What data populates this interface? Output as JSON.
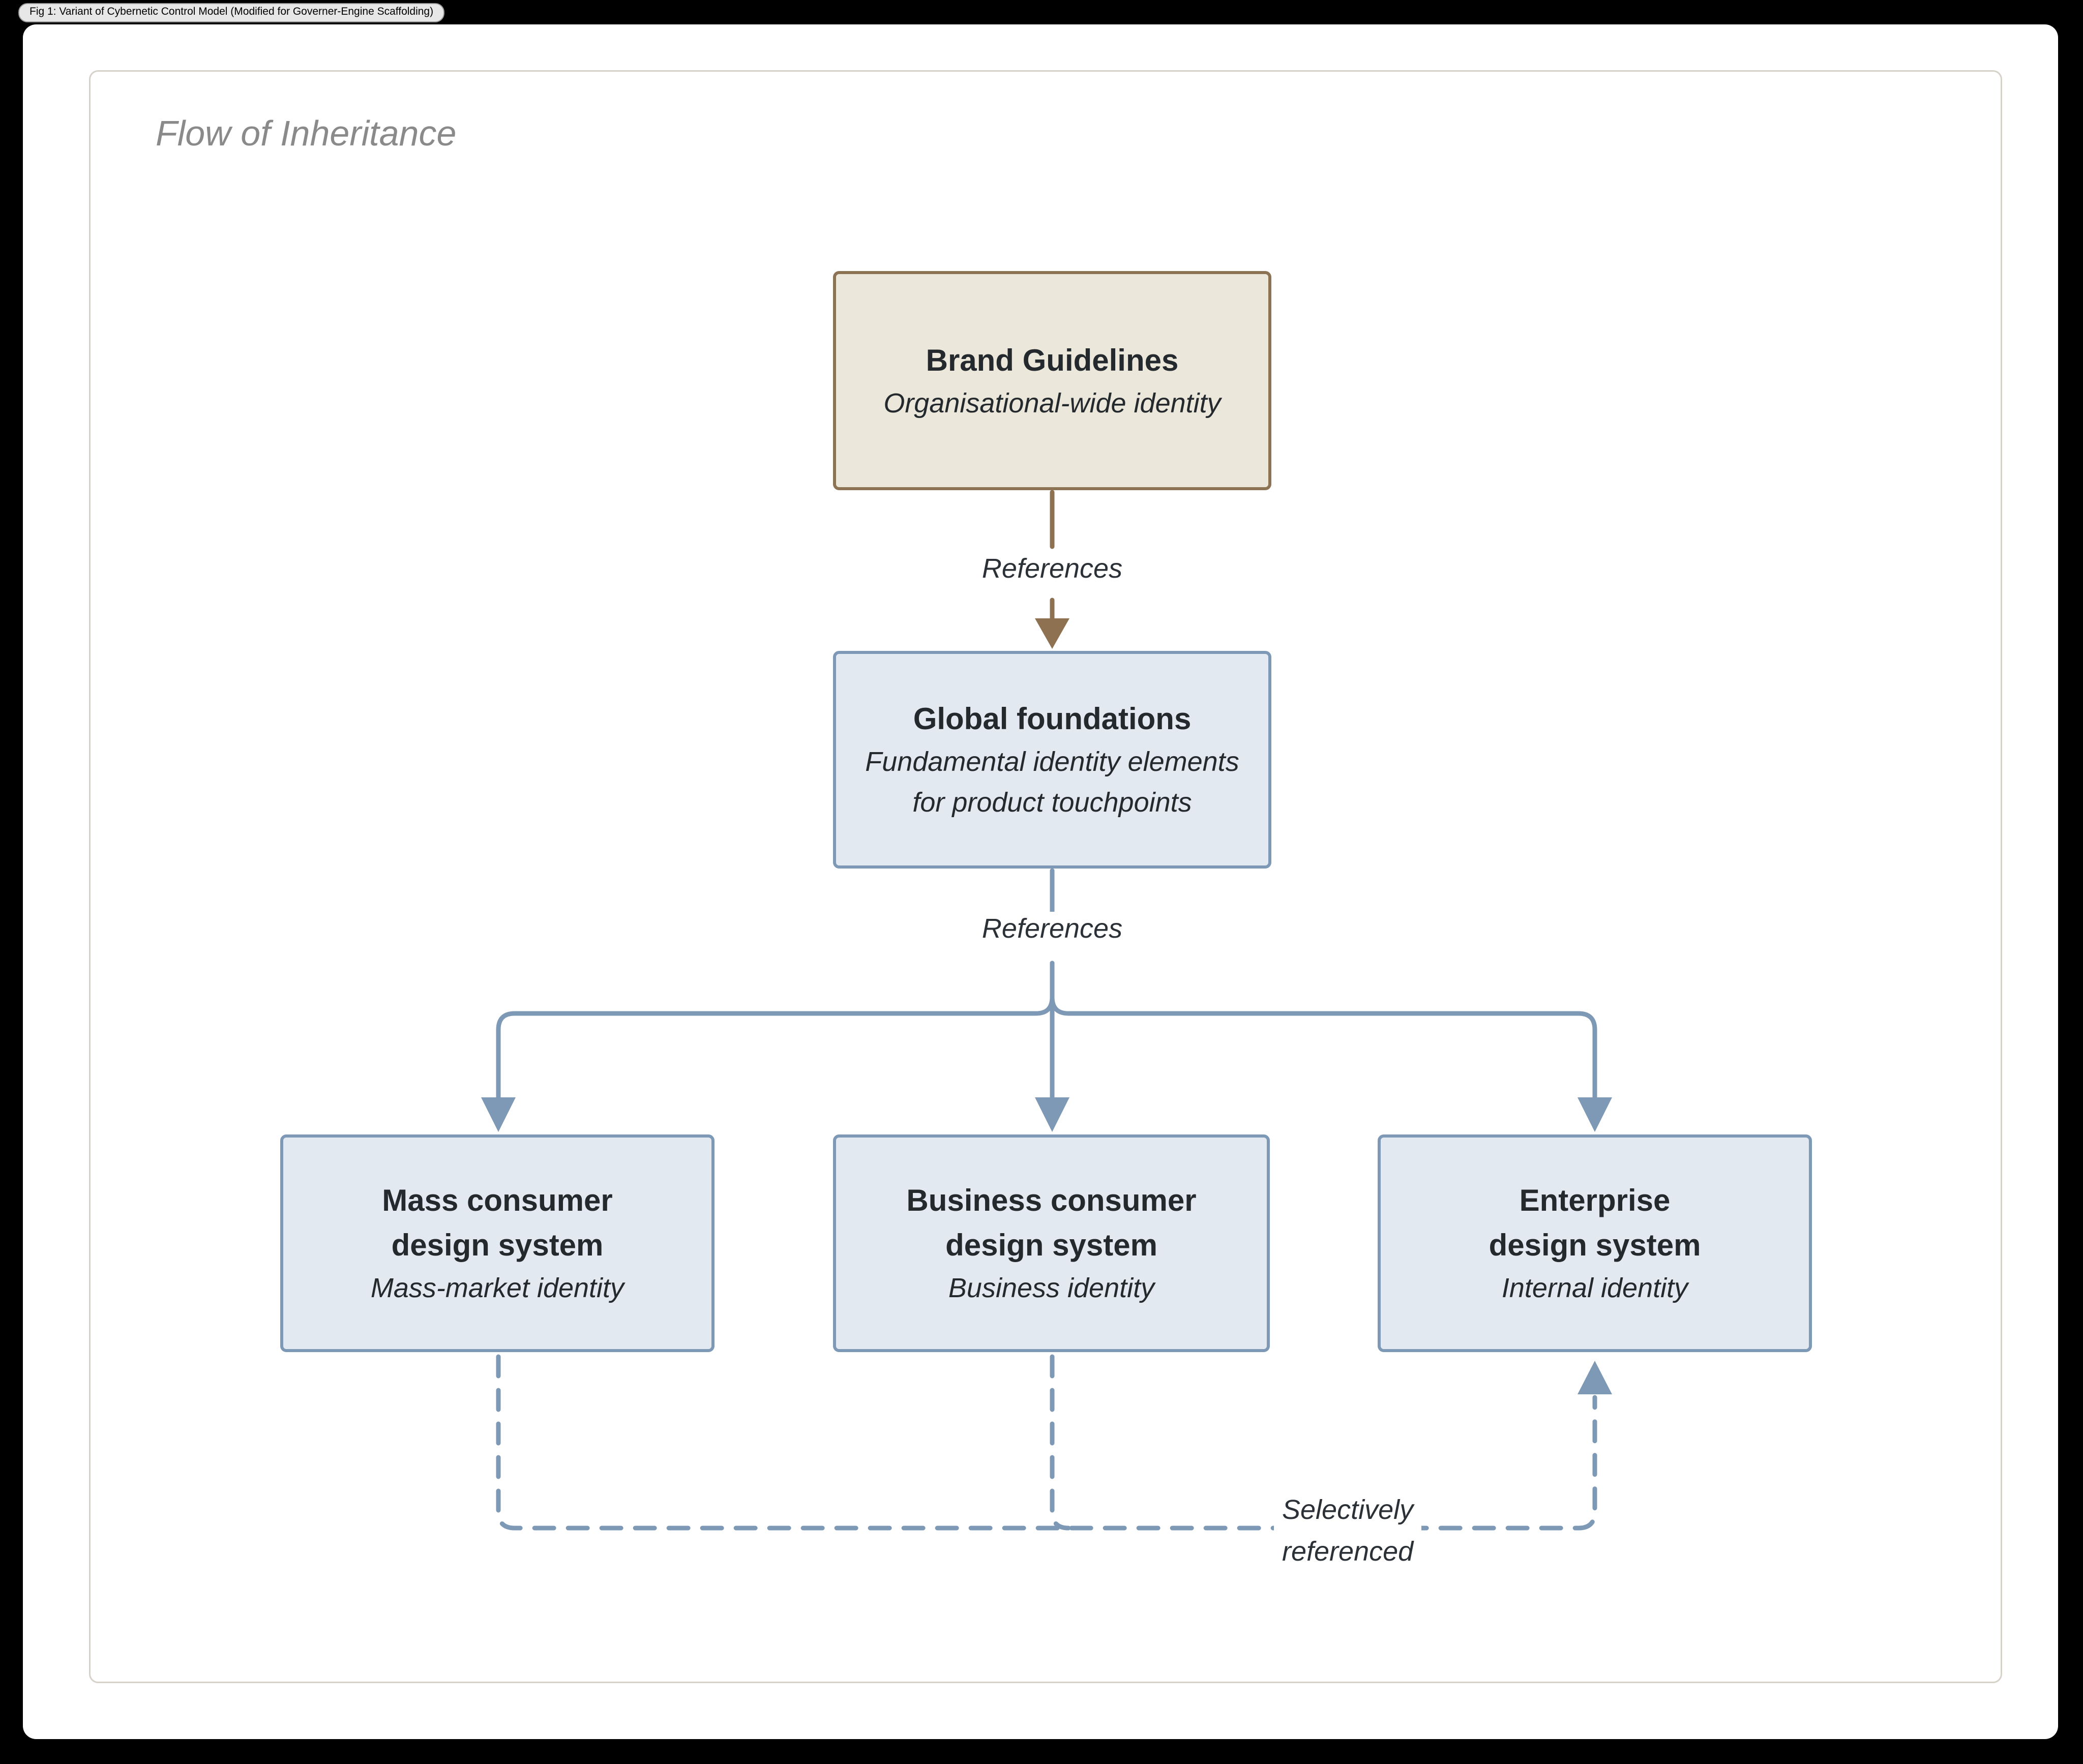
{
  "figure_tag": "Fig 1: Variant of Cybernetic Control Model (Modified for Governer-Engine Scaffolding)",
  "panel": {
    "title": "Flow of Inheritance"
  },
  "diagram": {
    "boxes": {
      "brand": {
        "title_lines": [
          "Brand Guidelines"
        ],
        "subtitle_lines": [
          "Organisational-wide identity"
        ]
      },
      "global": {
        "title_lines": [
          "Global foundations"
        ],
        "subtitle_lines": [
          "Fundamental identity elements",
          "for product touchpoints"
        ]
      },
      "mass": {
        "title_lines": [
          "Mass consumer",
          "design system"
        ],
        "subtitle_lines": [
          "Mass-market identity"
        ]
      },
      "business": {
        "title_lines": [
          "Business consumer",
          "design system"
        ],
        "subtitle_lines": [
          "Business identity"
        ]
      },
      "enterprise": {
        "title_lines": [
          "Enterprise",
          "design system"
        ],
        "subtitle_lines": [
          "Internal identity"
        ]
      }
    },
    "labels": {
      "references_1": "References",
      "references_2": "References",
      "selective_lines": [
        "Selectively",
        "referenced"
      ]
    }
  },
  "colors": {
    "background": "#000000",
    "page": "#ffffff",
    "panel_border": "#d6d2ca",
    "panel_title_gray": "#8a8a8a",
    "brand_fill": "#ebe7da",
    "brand_border": "#8b7354",
    "system_fill": "#e3e9f0",
    "system_border": "#7e99b5",
    "connector_blue": "#7e99b5",
    "connector_brown": "#8d7150",
    "text_dark": "#24292d",
    "pill_fill": "#e7e7e7"
  }
}
